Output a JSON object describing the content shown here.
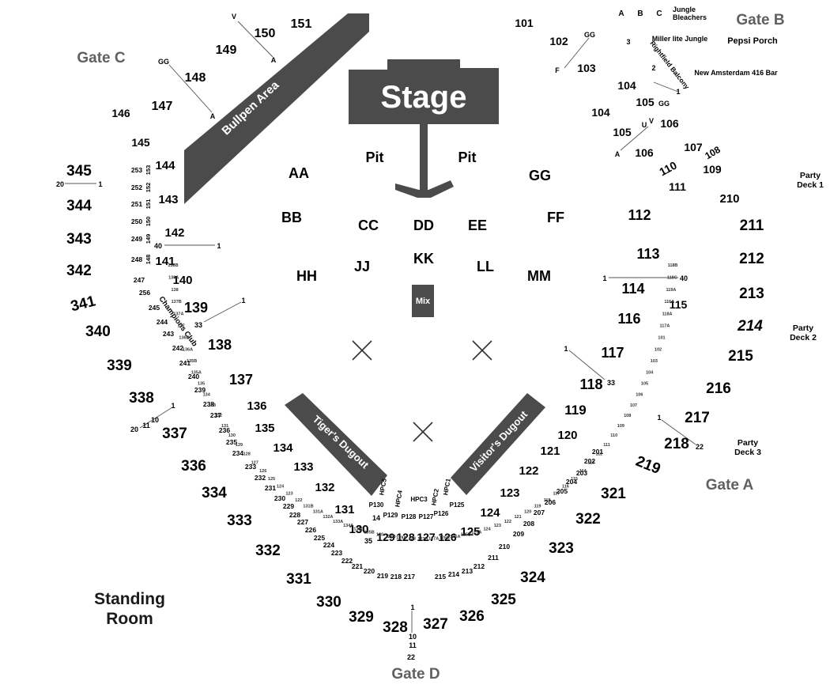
{
  "stage": {
    "label": "Stage",
    "mix": "Mix",
    "pit_left": "Pit",
    "pit_right": "Pit"
  },
  "areas": {
    "bullpen": "Bullpen Area",
    "tigers_dugout": "Tiger's Dugout",
    "visitors_dugout": "Visitor's Dugout",
    "champions_club": "Champions Club",
    "rightfield_balcony": "Rightfield Balcony"
  },
  "gates": {
    "a": "Gate A",
    "b": "Gate B",
    "c": "Gate C",
    "d": "Gate D"
  },
  "standing_room": [
    "Standing",
    "Room"
  ],
  "colors": {
    "fill": "#4b4b4b",
    "gate": "#606060",
    "line": "#333333"
  },
  "floor": [
    "AA",
    "BB",
    "CC",
    "DD",
    "EE",
    "FF",
    "GG",
    "HH",
    "JJ",
    "KK",
    "LL",
    "MM"
  ],
  "tier300": [
    "345",
    "344",
    "343",
    "342",
    "341",
    "340",
    "339",
    "338",
    "337",
    "336",
    "334",
    "333",
    "332",
    "331",
    "330",
    "329",
    "328",
    "327",
    "326",
    "325",
    "324",
    "323",
    "322",
    "321"
  ],
  "tier200": [
    "211",
    "212",
    "213",
    "214",
    "215",
    "216",
    "217",
    "218",
    "219",
    "210",
    "Party Deck 1",
    "Party Deck 2",
    "Party Deck 3",
    "Pepsi Porch",
    "New Amsterdam 416 Bar",
    "Miller lite Jungle",
    "Jungle Bleachers",
    "A",
    "B",
    "C"
  ],
  "tier100_large": [
    "101",
    "102",
    "103",
    "104",
    "104",
    "105",
    "105",
    "106",
    "106",
    "107",
    "108",
    "109",
    "110",
    "111",
    "112",
    "113",
    "114",
    "115",
    "116",
    "117",
    "118",
    "119",
    "120",
    "121",
    "122",
    "123",
    "124",
    "125",
    "126",
    "127",
    "128",
    "129",
    "130",
    "131",
    "132",
    "133",
    "134",
    "135",
    "136",
    "137",
    "138",
    "139",
    "140",
    "141",
    "142",
    "143",
    "144",
    "145",
    "146",
    "147",
    "148",
    "149",
    "150",
    "151"
  ],
  "rows": [
    "V",
    "A",
    "GG",
    "A",
    "GG",
    "F",
    "GG",
    "V",
    "U",
    "A",
    "3",
    "2",
    "1",
    "40",
    "1",
    "40",
    "1",
    "1",
    "33",
    "1",
    "33",
    "20",
    "11",
    "10",
    "1",
    "20",
    "1",
    "1",
    "22",
    "14",
    "35",
    "1",
    "10",
    "11",
    "22"
  ],
  "small200": [
    "253",
    "252",
    "251",
    "250",
    "249",
    "248",
    "247",
    "256",
    "245",
    "244",
    "243",
    "242",
    "241",
    "240",
    "239",
    "238",
    "237",
    "236",
    "235",
    "234",
    "233",
    "232",
    "231",
    "230",
    "229",
    "228",
    "227",
    "226",
    "225",
    "224",
    "223",
    "222",
    "221",
    "220",
    "219",
    "218",
    "217",
    "215",
    "214",
    "213",
    "212",
    "211",
    "210",
    "209",
    "208",
    "207",
    "206",
    "205",
    "204",
    "203",
    "202",
    "201"
  ],
  "tiny": [
    "153",
    "152",
    "151",
    "150",
    "149",
    "148",
    "140B",
    "140A",
    "140",
    "139B",
    "139A",
    "138B",
    "138A",
    "138",
    "137B",
    "137A",
    "137",
    "136B",
    "136A",
    "135B",
    "135A",
    "135",
    "134",
    "133",
    "132",
    "131",
    "130",
    "129",
    "128",
    "127",
    "126",
    "125",
    "124",
    "123",
    "122",
    "131B",
    "131A",
    "132A",
    "133A",
    "134A",
    "135C",
    "135B",
    "130",
    "129B",
    "129A",
    "128",
    "127B",
    "127A",
    "126B",
    "126A",
    "125B",
    "125A",
    "124",
    "123",
    "122",
    "121",
    "120",
    "119",
    "118",
    "117",
    "116",
    "115",
    "114",
    "113",
    "112",
    "111",
    "110",
    "109",
    "108",
    "107",
    "106",
    "105",
    "104",
    "103",
    "102",
    "101",
    "117A",
    "118A",
    "116A",
    "119A",
    "118C",
    "118B",
    "117C",
    "117B",
    "116C",
    "116B",
    "115A"
  ],
  "pit_boxes": [
    "HPC5",
    "HPC4",
    "HPC3",
    "HPC2",
    "HPC1",
    "P130",
    "P129",
    "P128",
    "P127",
    "P126",
    "P125"
  ]
}
